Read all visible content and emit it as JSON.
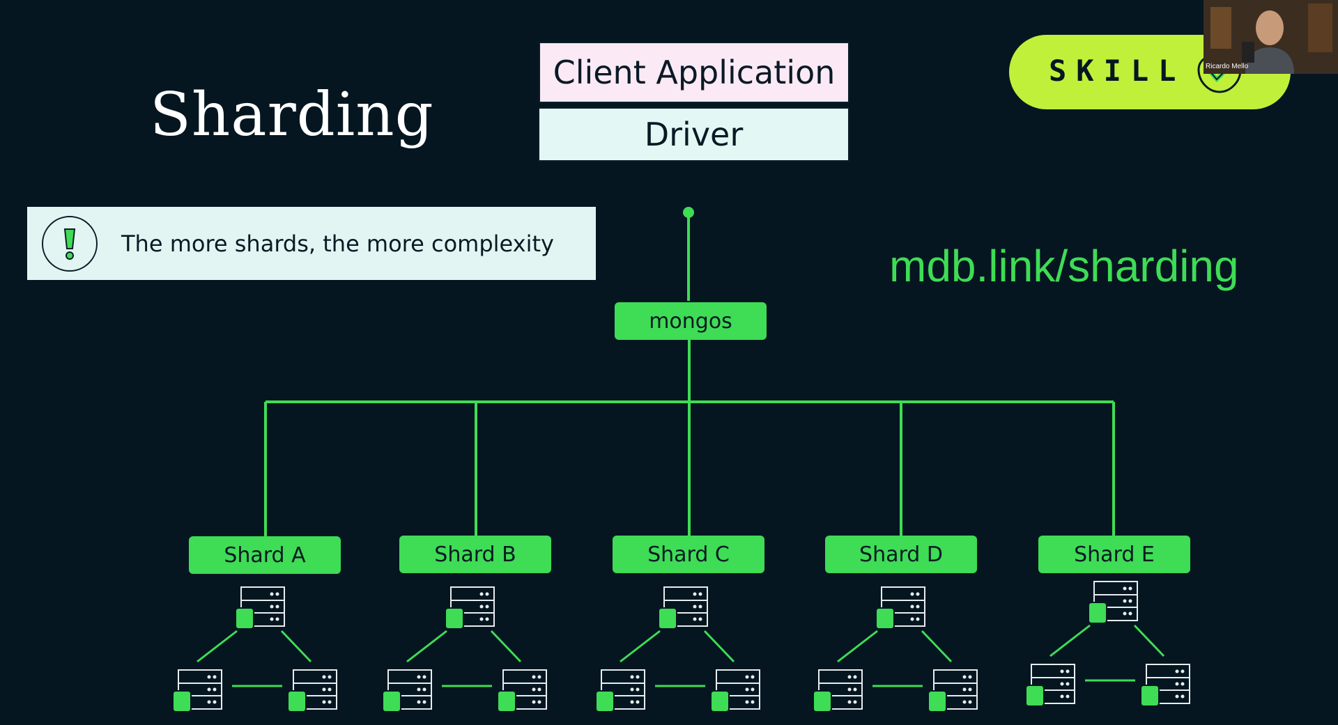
{
  "slide": {
    "title": "Sharding",
    "link": "mdb.link/sharding"
  },
  "stack": {
    "client": "Client Application",
    "driver": "Driver"
  },
  "callout": {
    "icon": "exclamation-icon",
    "text": "The more shards, the more complexity"
  },
  "badge": {
    "text": "SKILL",
    "icon": "checkmark-gear-icon",
    "color": "#c1f03a"
  },
  "router": {
    "label": "mongos"
  },
  "shards": [
    {
      "label": "Shard A"
    },
    {
      "label": "Shard B"
    },
    {
      "label": "Shard C"
    },
    {
      "label": "Shard D"
    },
    {
      "label": "Shard E"
    }
  ],
  "webcam": {
    "name": "Ricardo Mello"
  },
  "colors": {
    "background": "#061621",
    "accent": "#3fdc55",
    "text": "#ffffff"
  }
}
